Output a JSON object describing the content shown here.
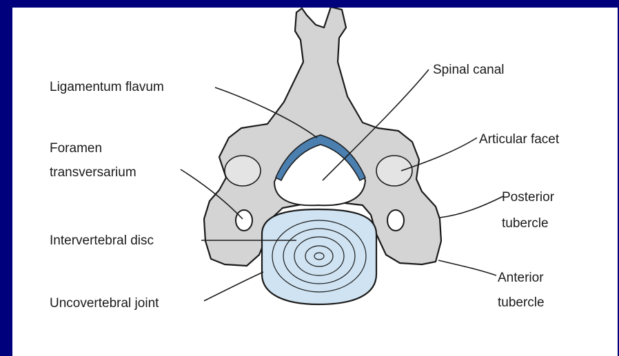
{
  "labels": {
    "ligamentum_flavum": "Ligamentum flavum",
    "foramen_line1": "Foramen",
    "foramen_line2": "transversarium",
    "intervertebral_disc": "Intervertebral disc",
    "uncovertebral_joint": "Uncovertebral joint",
    "spinal_canal": "Spinal canal",
    "articular_facet": "Articular facet",
    "posterior_line1": "Posterior",
    "posterior_line2": "tubercle",
    "anterior_line1": "Anterior",
    "anterior_line2": "tubercle"
  },
  "colors": {
    "border": "#00007c",
    "background": "#ffffff",
    "bone": "#d4d4d4",
    "disc": "#cfe3f2",
    "ligament": "#4a7fb0",
    "outline": "#1a1a1a"
  }
}
